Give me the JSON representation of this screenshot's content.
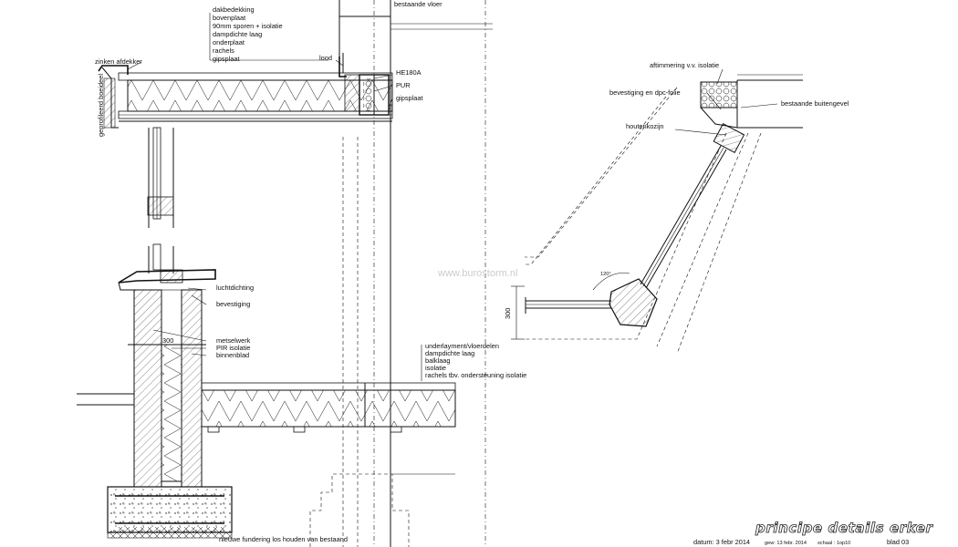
{
  "roof_labels": {
    "zinken_afdekker": "zinken afdekker",
    "dakbedekking": "dakbedekking",
    "bovenplaat": "bovenplaat",
    "sporen": "90mm sporen + isolatie",
    "dampdichte": "dampdichte laag",
    "onderplaat": "onderplaat",
    "rachels": "rachels",
    "gipsplaat": "gipsplaat",
    "lood": "lood",
    "bestaande_vloer": "bestaande vloer",
    "he180a": "HE180A",
    "pur": "PUR",
    "gipsplaat2": "gipsplaat",
    "boeideel": "geprofileerd boeideel"
  },
  "wall_labels": {
    "luchtdichting": "luchtdichting",
    "bevestiging": "bevestiging",
    "dim_300": "300",
    "metselwerk": "metselwerk",
    "pir": "PIR isolatie",
    "binnenblad": "binnenblad",
    "floor_lines": [
      "underlayment/vloerdelen",
      "dampdichte laag",
      "balklaag",
      "isolatie",
      "rachels tbv. ondersteuning isolatie"
    ],
    "fundering": "nieuwe fundering los houden van bestaand"
  },
  "plan_labels": {
    "aftimmering": "aftimmering v.v. isolatie",
    "bevestiging_dpc": "bevestiging en dpc-folie",
    "buitengevel": "bestaande buitengevel",
    "houtenkozijn": "houtenkozijn",
    "angle": "120°",
    "dim_300": "300"
  },
  "watermark": "www.burostorm.nl",
  "title_block": {
    "title": "principe details erker",
    "datum": "datum: 3 febr 2014",
    "gew": "gew: 13 febr. 2014",
    "schaal": "schaal : 1op10",
    "blad": "blad 03"
  }
}
